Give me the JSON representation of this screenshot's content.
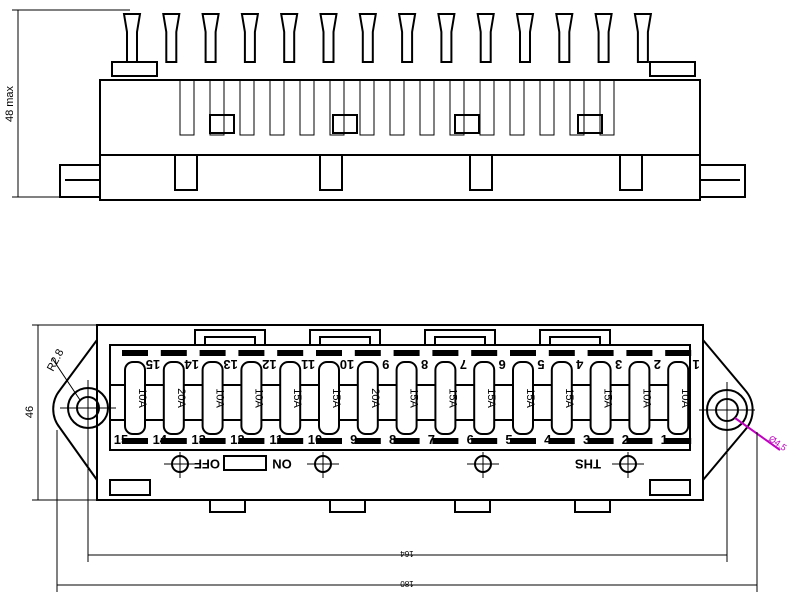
{
  "drawing": {
    "top_view": {
      "height_dim": "48 max"
    },
    "bottom_view": {
      "height_dim": "46",
      "radius_dim": "R2.8",
      "hole_dim": "Ø4.5",
      "inner_width_dim": "164",
      "overall_width_dim": "180",
      "switch_off": "OFF",
      "switch_on": "ON",
      "marking": "THS",
      "accent_color": "#c000c0",
      "fuses": [
        {
          "top": "15",
          "bottom": "15",
          "rating": "10A"
        },
        {
          "top": "14",
          "bottom": "14",
          "rating": "20A"
        },
        {
          "top": "13",
          "bottom": "13",
          "rating": "10A"
        },
        {
          "top": "12",
          "bottom": "12",
          "rating": "10A"
        },
        {
          "top": "11",
          "bottom": "11",
          "rating": "15A"
        },
        {
          "top": "10",
          "bottom": "10",
          "rating": "15A"
        },
        {
          "top": "9",
          "bottom": "9",
          "rating": "20A"
        },
        {
          "top": "8",
          "bottom": "8",
          "rating": "15A"
        },
        {
          "top": "7",
          "bottom": "7",
          "rating": "15A"
        },
        {
          "top": "6",
          "bottom": "6",
          "rating": "15A"
        },
        {
          "top": "5",
          "bottom": "5",
          "rating": "15A"
        },
        {
          "top": "4",
          "bottom": "4",
          "rating": "15A"
        },
        {
          "top": "3",
          "bottom": "3",
          "rating": "15A"
        },
        {
          "top": "2",
          "bottom": "2",
          "rating": "10A"
        },
        {
          "top": "1",
          "bottom": "1",
          "rating": "10A"
        }
      ]
    }
  }
}
